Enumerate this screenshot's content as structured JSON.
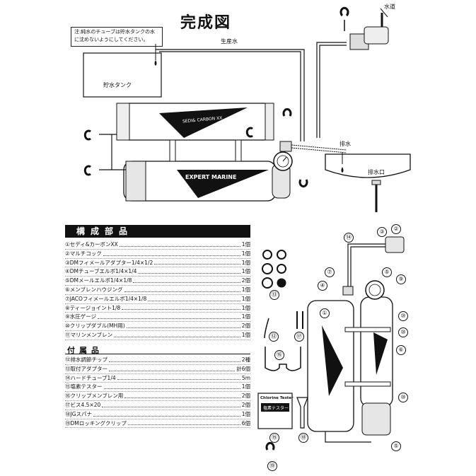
{
  "title": "完成図",
  "note": "注:純水のチューブは貯水タンクの水に沈めないようにしてください。",
  "labels": {
    "tap": "水道",
    "product_water": "生産水",
    "storage_tank": "貯水タンク",
    "drain": "排水",
    "drain_outlet": "排水口",
    "filter_text_1": "SEDI& CARBON XX",
    "filter_text_2": "EXPERT MARINE",
    "tester_1": "Chlorine Tester",
    "tester_2": "塩素テスター"
  },
  "parts_header": "構成部品",
  "parts": [
    {
      "name": "①セディ&カーボンXX",
      "qty": "1個"
    },
    {
      "name": "②マルチコック",
      "qty": "1個"
    },
    {
      "name": "③DMフィメールアダプター1/4×1/2",
      "qty": "1個"
    },
    {
      "name": "④DMチューブエルボ1/4×1/4",
      "qty": "1個"
    },
    {
      "name": "⑤DMメールエルボ1/4×1/8",
      "qty": "2個"
    },
    {
      "name": "⑥メンブレンハウジング",
      "qty": "1個"
    },
    {
      "name": "⑦JACOフィメールエルボ1/4×1/8",
      "qty": "1個"
    },
    {
      "name": "⑧ティージョイント1/8",
      "qty": "1個"
    },
    {
      "name": "⑨水圧ゲージ",
      "qty": "1個"
    },
    {
      "name": "⑩クリップダブル(MH用)",
      "qty": "2個"
    },
    {
      "name": "⑪マリンメンブレン",
      "qty": "1個"
    }
  ],
  "acc_header": "付属品",
  "accessories": [
    {
      "name": "⑫排水調節チップ",
      "qty": "2種"
    },
    {
      "name": "⑬取付アダプター",
      "qty": "計6個"
    },
    {
      "name": "⑭ハードチューブ1/4",
      "qty": "5m"
    },
    {
      "name": "⑮塩素テスター",
      "qty": "1個"
    },
    {
      "name": "⑯クリップメンブレン用",
      "qty": "2個"
    },
    {
      "name": "⑰ビス4.5×20",
      "qty": "2個"
    },
    {
      "name": "⑱JGスパナ",
      "qty": "1個"
    },
    {
      "name": "⑲DMロッキングクリップ",
      "qty": "6個"
    }
  ],
  "callouts": [
    "①",
    "②",
    "③",
    "④",
    "⑤",
    "⑥",
    "⑦",
    "⑨",
    "⑩",
    "⑪",
    "⑫",
    "⑬",
    "⑭",
    "⑮",
    "⑯",
    "⑰",
    "⑱",
    "⑲"
  ]
}
